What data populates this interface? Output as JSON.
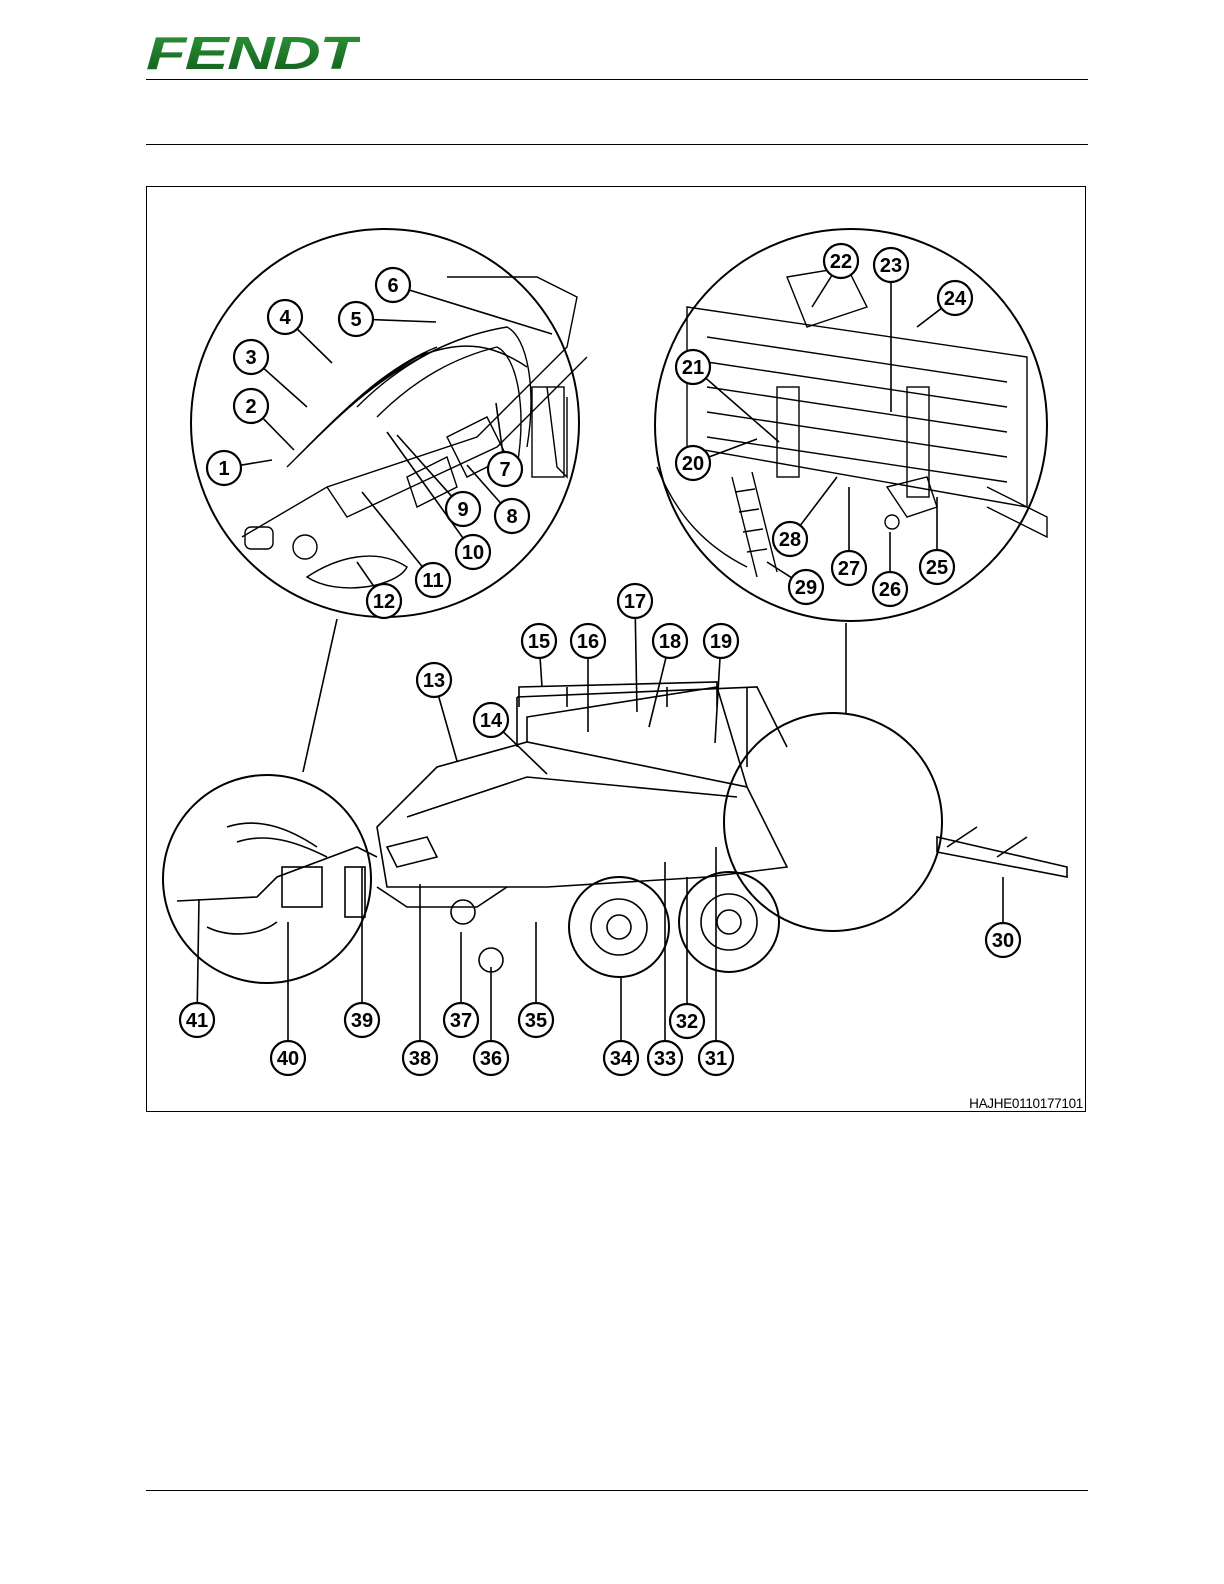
{
  "header": {
    "logo_text": "FENDT",
    "brand_color": "#1e7a2a"
  },
  "figure": {
    "reference": "HAJHE0110177101",
    "callouts": [
      "1",
      "2",
      "3",
      "4",
      "5",
      "6",
      "7",
      "8",
      "9",
      "10",
      "11",
      "12",
      "13",
      "14",
      "15",
      "16",
      "17",
      "18",
      "19",
      "20",
      "21",
      "22",
      "23",
      "24",
      "25",
      "26",
      "27",
      "28",
      "29",
      "30",
      "31",
      "32",
      "33",
      "34",
      "35",
      "36",
      "37",
      "38",
      "39",
      "40",
      "41"
    ]
  }
}
